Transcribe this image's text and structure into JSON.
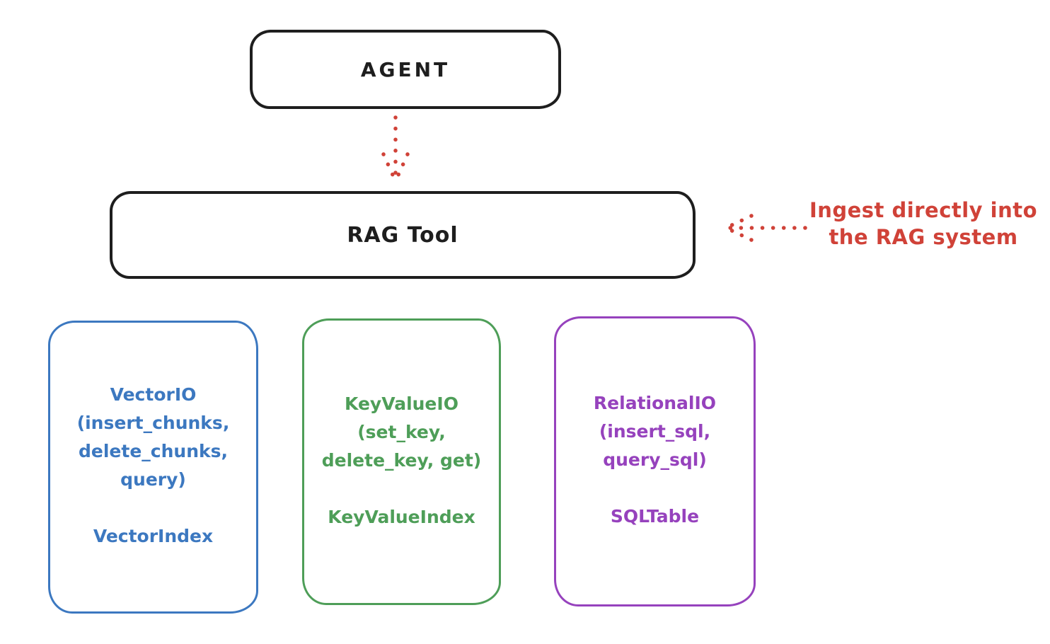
{
  "diagram": {
    "title_hint": "RAG Tool architecture sketch",
    "colors": {
      "ink": "#1e1e1e",
      "red": "#d04238",
      "blue": "#3c78c0",
      "green": "#4e9e58",
      "purple": "#9642bd"
    },
    "agent_box": {
      "label": "AGENT"
    },
    "rag_box": {
      "label": "RAG Tool"
    },
    "annotation": {
      "line1": "Ingest directly into",
      "line2": "the RAG system"
    },
    "io_boxes": {
      "vector": {
        "color": "#3c78c0",
        "line1": "VectorIO",
        "line2": "(insert_chunks,",
        "line3": "delete_chunks,",
        "line4": "query)",
        "index_label": "VectorIndex"
      },
      "keyvalue": {
        "color": "#4e9e58",
        "line1": "KeyValueIO",
        "line2": "(set_key,",
        "line3": "delete_key, get)",
        "index_label": "KeyValueIndex"
      },
      "relational": {
        "color": "#9642bd",
        "line1": "RelationalIO",
        "line2": "(insert_sql,",
        "line3": "query_sql)",
        "index_label": "SQLTable"
      }
    }
  }
}
